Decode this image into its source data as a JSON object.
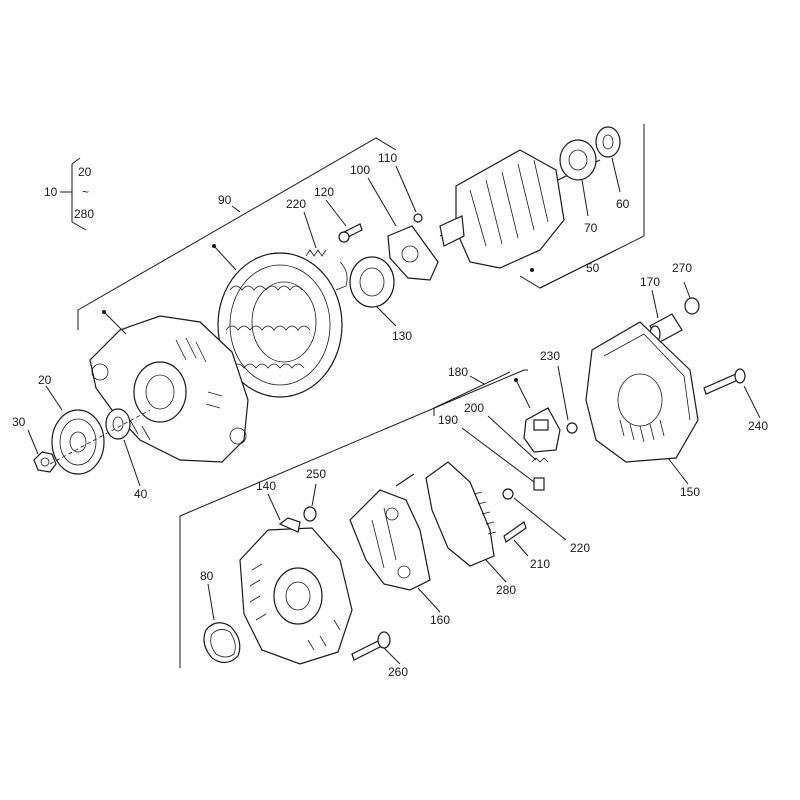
{
  "title_block": {
    "main": "10",
    "from": "20",
    "tilde": "~",
    "to": "280"
  },
  "labels": [
    {
      "id": "l90",
      "text": "90"
    },
    {
      "id": "l100",
      "text": "100"
    },
    {
      "id": "l110",
      "text": "110"
    },
    {
      "id": "l120",
      "text": "120"
    },
    {
      "id": "l220a",
      "text": "220"
    },
    {
      "id": "l130",
      "text": "130"
    },
    {
      "id": "l70",
      "text": "70"
    },
    {
      "id": "l60",
      "text": "60"
    },
    {
      "id": "l50",
      "text": "50"
    },
    {
      "id": "l20",
      "text": "20"
    },
    {
      "id": "l30",
      "text": "30"
    },
    {
      "id": "l40",
      "text": "40"
    },
    {
      "id": "l170",
      "text": "170"
    },
    {
      "id": "l270",
      "text": "270"
    },
    {
      "id": "l240",
      "text": "240"
    },
    {
      "id": "l150",
      "text": "150"
    },
    {
      "id": "l180",
      "text": "180"
    },
    {
      "id": "l230",
      "text": "230"
    },
    {
      "id": "l190",
      "text": "190"
    },
    {
      "id": "l200",
      "text": "200"
    },
    {
      "id": "l140",
      "text": "140"
    },
    {
      "id": "l250",
      "text": "250"
    },
    {
      "id": "l80",
      "text": "80"
    },
    {
      "id": "l160",
      "text": "160"
    },
    {
      "id": "l280",
      "text": "280"
    },
    {
      "id": "l210",
      "text": "210"
    },
    {
      "id": "l220b",
      "text": "220"
    },
    {
      "id": "l260",
      "text": "260"
    }
  ]
}
